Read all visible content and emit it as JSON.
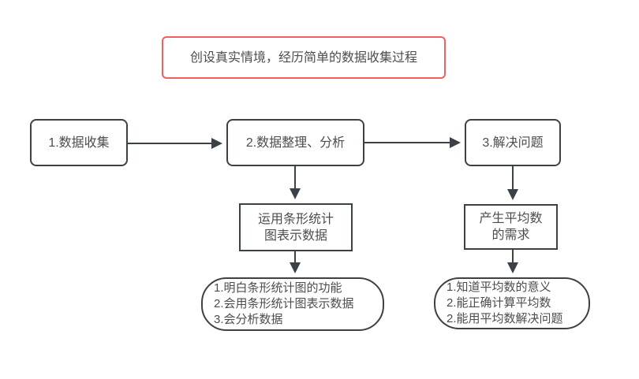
{
  "colors": {
    "background": "#ffffff",
    "banner_border": "#f15f5f",
    "shape_border": "#3b4146",
    "text": "#4d4d4d"
  },
  "diagram": {
    "banner": {
      "text": "创设真实情境，经历简单的数据收集过程"
    },
    "steps": [
      {
        "id": "collect",
        "label": "1.数据收集"
      },
      {
        "id": "organize",
        "label": "2.数据整理、分析"
      },
      {
        "id": "solve",
        "label": "3.解决问题"
      }
    ],
    "sub_boxes": [
      {
        "id": "bar-chart",
        "lines": [
          "运用条形统计",
          "图表示数据"
        ]
      },
      {
        "id": "average-need",
        "lines": [
          "产生平均数",
          "的需求"
        ]
      }
    ],
    "goal_bubbles": [
      {
        "id": "bar-goals",
        "lines": [
          "1.明白条形统计图的功能",
          "2.会用条形统计图表示数据",
          "3.会分析数据"
        ]
      },
      {
        "id": "average-goals",
        "lines": [
          "1.知道平均数的意义",
          "2.能正确计算平均数",
          "2.能用平均数解决问题"
        ]
      }
    ]
  }
}
